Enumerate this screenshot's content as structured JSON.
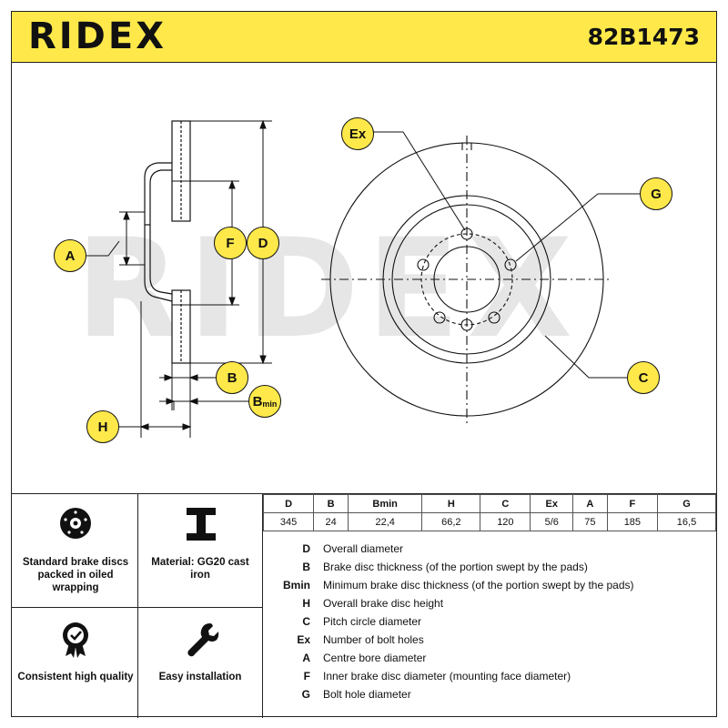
{
  "header": {
    "brand": "RIDEX",
    "part_number": "82B1473"
  },
  "callouts": {
    "ex": "Ex",
    "g": "G",
    "c": "C",
    "a": "A",
    "f": "F",
    "d": "D",
    "b": "B",
    "bmin_main": "B",
    "bmin_sub": "min",
    "h": "H"
  },
  "features": [
    {
      "label": "Standard brake discs packed in oiled wrapping",
      "icon": "brake-disc-icon"
    },
    {
      "label": "Material: GG20 cast iron",
      "icon": "i-beam-icon"
    },
    {
      "label": "Consistent high quality",
      "icon": "quality-badge-icon"
    },
    {
      "label": "Easy installation",
      "icon": "wrench-icon"
    }
  ],
  "spec_table": {
    "headers": [
      "D",
      "B",
      "Bmin",
      "H",
      "C",
      "Ex",
      "A",
      "F",
      "G"
    ],
    "values": [
      "345",
      "24",
      "22,4",
      "66,2",
      "120",
      "5/6",
      "75",
      "185",
      "16,5"
    ]
  },
  "legend": [
    {
      "key": "D",
      "desc": "Overall diameter"
    },
    {
      "key": "B",
      "desc": "Brake disc thickness (of the portion swept by the pads)"
    },
    {
      "key": "Bmin",
      "desc": "Minimum brake disc thickness (of the portion swept by the pads)"
    },
    {
      "key": "H",
      "desc": "Overall brake disc height"
    },
    {
      "key": "C",
      "desc": "Pitch circle diameter"
    },
    {
      "key": "Ex",
      "desc": "Number of bolt holes"
    },
    {
      "key": "A",
      "desc": "Centre bore diameter"
    },
    {
      "key": "F",
      "desc": "Inner brake disc diameter (mounting face diameter)"
    },
    {
      "key": "G",
      "desc": "Bolt hole diameter"
    }
  ],
  "colors": {
    "accent_yellow": "#ffe94a",
    "line": "#222222"
  }
}
